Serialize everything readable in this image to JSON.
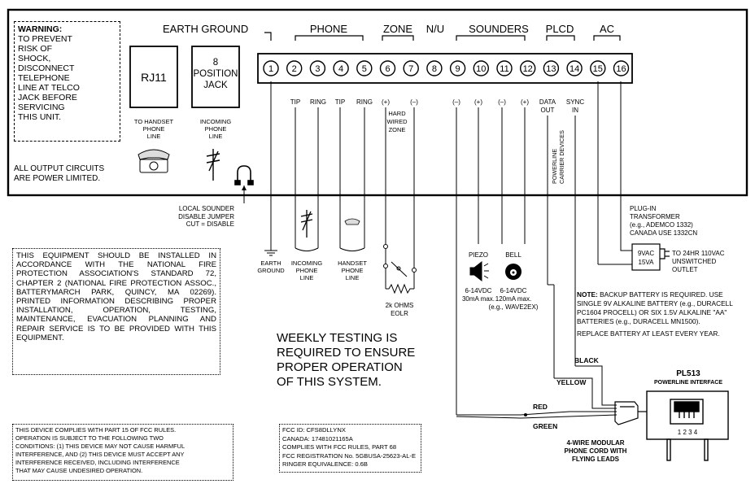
{
  "warning": {
    "title": "WARNING:",
    "lines": [
      "TO PREVENT",
      "RISK OF",
      "SHOCK,",
      "DISCONNECT",
      "TELEPHONE",
      "LINE AT TELCO",
      "JACK BEFORE",
      "SERVICING",
      "THIS UNIT."
    ]
  },
  "jacks": {
    "rj11": "RJ11",
    "eight_pos": [
      "8",
      "POSITION",
      "JACK"
    ],
    "to_handset": [
      "TO HANDSET",
      "PHONE",
      "LINE"
    ],
    "incoming": [
      "INCOMING",
      "PHONE",
      "LINE"
    ]
  },
  "output_circuits": [
    "ALL OUTPUT CIRCUITS",
    "ARE POWER LIMITED."
  ],
  "group_labels": {
    "earth_ground": "EARTH GROUND",
    "phone": "PHONE",
    "zone": "ZONE",
    "nu": "N/U",
    "sounders": "SOUNDERS",
    "plcd": "PLCD",
    "ac": "AC"
  },
  "terminals": [
    "1",
    "2",
    "3",
    "4",
    "5",
    "6",
    "7",
    "8",
    "9",
    "10",
    "11",
    "12",
    "13",
    "14",
    "15",
    "16"
  ],
  "terminal_labels": {
    "t2": "TIP",
    "t3": "RING",
    "t4": "TIP",
    "t5": "RING",
    "t6": "(+)",
    "t7": "(–)",
    "t9": "(–)",
    "t10": "(+)",
    "t11": "(–)",
    "t12": "(+)",
    "t13": [
      "DATA",
      "OUT"
    ],
    "t14": [
      "SYNC",
      "IN"
    ]
  },
  "hard_wired_zone": [
    "HARD",
    "WIRED",
    "ZONE"
  ],
  "powerline_carrier": [
    "POWERLINE",
    "CARRIER DEVICES"
  ],
  "local_sounder": [
    "LOCAL SOUNDER",
    "DISABLE JUMPER",
    "CUT = DISABLE"
  ],
  "bottom_labels": {
    "earth_ground": [
      "EARTH",
      "GROUND"
    ],
    "incoming": [
      "INCOMING",
      "PHONE",
      "LINE"
    ],
    "handset": [
      "HANDSET",
      "PHONE",
      "LINE"
    ],
    "eolr": [
      "2k OHMS",
      "EOLR"
    ]
  },
  "piezo": {
    "label": "PIEZO",
    "spec": [
      "6-14VDC",
      "30mA max."
    ]
  },
  "bell": {
    "label": "BELL",
    "spec": [
      "6-14VDC",
      "120mA max.",
      "(e.g., WAVE2EX)"
    ]
  },
  "transformer": {
    "caption": [
      "PLUG-IN",
      "TRANSFORMER",
      "(e.g., ADEMCO 1332)",
      "CANADA USE 1332CN"
    ],
    "rating": [
      "9VAC",
      "15VA"
    ],
    "outlet": [
      "TO 24HR 110VAC",
      "UNSWITCHED",
      "OUTLET"
    ]
  },
  "battery_note": {
    "bold": "NOTE:",
    "lines": [
      " BACKUP BATTERY IS REQUIRED. USE",
      "SINGLE 9V ALKALINE BATTERY (e.g., DURACELL",
      "PC1604 PROCELL) OR SIX 1.5V ALKALINE \"AA\"",
      "BATTERIES (e.g., DURACELL MN1500)."
    ],
    "replace": "REPLACE BATTERY AT LEAST EVERY YEAR."
  },
  "equipment_notice": "THIS EQUIPMENT SHOULD BE INSTALLED IN ACCORDANCE WITH THE NATIONAL FIRE PROTECTION ASSOCIATION'S STANDARD 72, CHAPTER 2 (NATIONAL FIRE PROTECTION ASSOC., BATTERYMARCH PARK, QUINCY, MA 02269). PRINTED INFORMATION DESCRIBING PROPER INSTALLATION, OPERATION, TESTING, MAINTENANCE, EVACUATION PLANNING AND REPAIR SERVICE IS TO BE PROVIDED WITH THIS EQUIPMENT.",
  "weekly_testing": [
    "WEEKLY TESTING IS",
    "REQUIRED TO ENSURE",
    "PROPER OPERATION",
    "OF THIS SYSTEM."
  ],
  "fcc_notice": [
    "THIS DEVICE COMPLIES WITH PART 15 OF FCC RULES.",
    "OPERATION IS SUBJECT TO THE FOLLOWING TWO",
    "CONDITIONS: (1) THIS DEVICE MAY NOT CAUSE HARMFUL",
    "INTERFERENCE, AND (2) THIS DEVICE MUST ACCEPT ANY",
    "INTERFERENCE RECEIVED, INCLUDING INTERFERENCE",
    "THAT MAY CAUSE UNDESIRED OPERATION."
  ],
  "fcc_id": [
    "FCC ID: CFS8DLLYNX",
    "CANADA: 17481021165A",
    "COMPLIES WITH FCC RULES, PART 68",
    "FCC REGISTRATION No. 5GBUSA-25623-AL-E",
    "RINGER EQUIVALENCE: 0.6B"
  ],
  "wires": {
    "black": "BLACK",
    "yellow": "YELLOW",
    "red": "RED",
    "green": "GREEN"
  },
  "cord_label": [
    "4-WIRE MODULAR",
    "PHONE CORD WITH",
    "FLYING LEADS"
  ],
  "pl513": {
    "title": "PL513",
    "subtitle": "POWERLINE INTERFACE",
    "pins": "1 2 3 4"
  },
  "colors": {
    "ink": "#000000",
    "paper": "#ffffff"
  }
}
